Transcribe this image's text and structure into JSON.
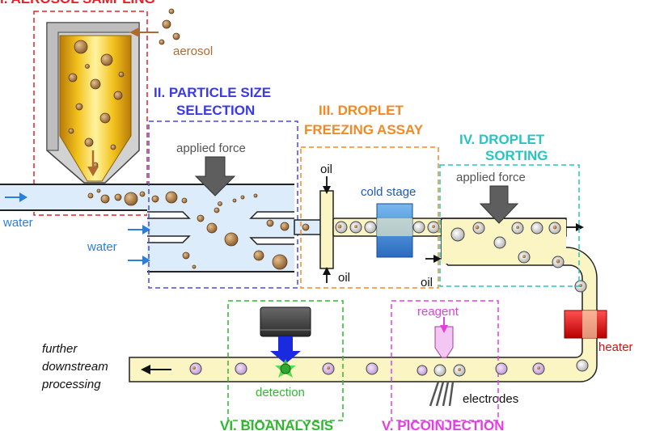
{
  "sections": {
    "aerosol_sampling": "I. AEROSOL SAMPLING",
    "size_selection_1": "II. PARTICLE SIZE",
    "size_selection_2": "SELECTION",
    "freezing_1": "III. DROPLET",
    "freezing_2": "FREEZING ASSAY",
    "sorting_1": "IV. DROPLET",
    "sorting_2": "SORTING",
    "picoinjection": "V. PICOINJECTION",
    "bioanalysis": "VI. BIOANALYSIS"
  },
  "labels": {
    "aerosol": "aerosol",
    "water_top": "water",
    "water_bottom": "water",
    "applied_force_1": "applied force",
    "applied_force_2": "applied force",
    "oil_top": "oil",
    "oil_bottom": "oil",
    "oil_right": "oil",
    "cold_stage": "cold stage",
    "heater": "heater",
    "reagent": "reagent",
    "electrodes": "electrodes",
    "detection": "detection",
    "downstream_1": "further",
    "downstream_2": "downstream",
    "downstream_3": "processing"
  },
  "colors": {
    "red": "#e8202a",
    "blue_title": "#3a3aea",
    "orange": "#f08a24",
    "cyan": "#27c4c4",
    "magenta": "#e040e0",
    "green": "#2fb82f",
    "aerosol_brown": "#b06a30",
    "water_blue": "#2a7fd8",
    "channel_blue": "#dcecfa",
    "channel_yellow": "#fbf5c4"
  }
}
